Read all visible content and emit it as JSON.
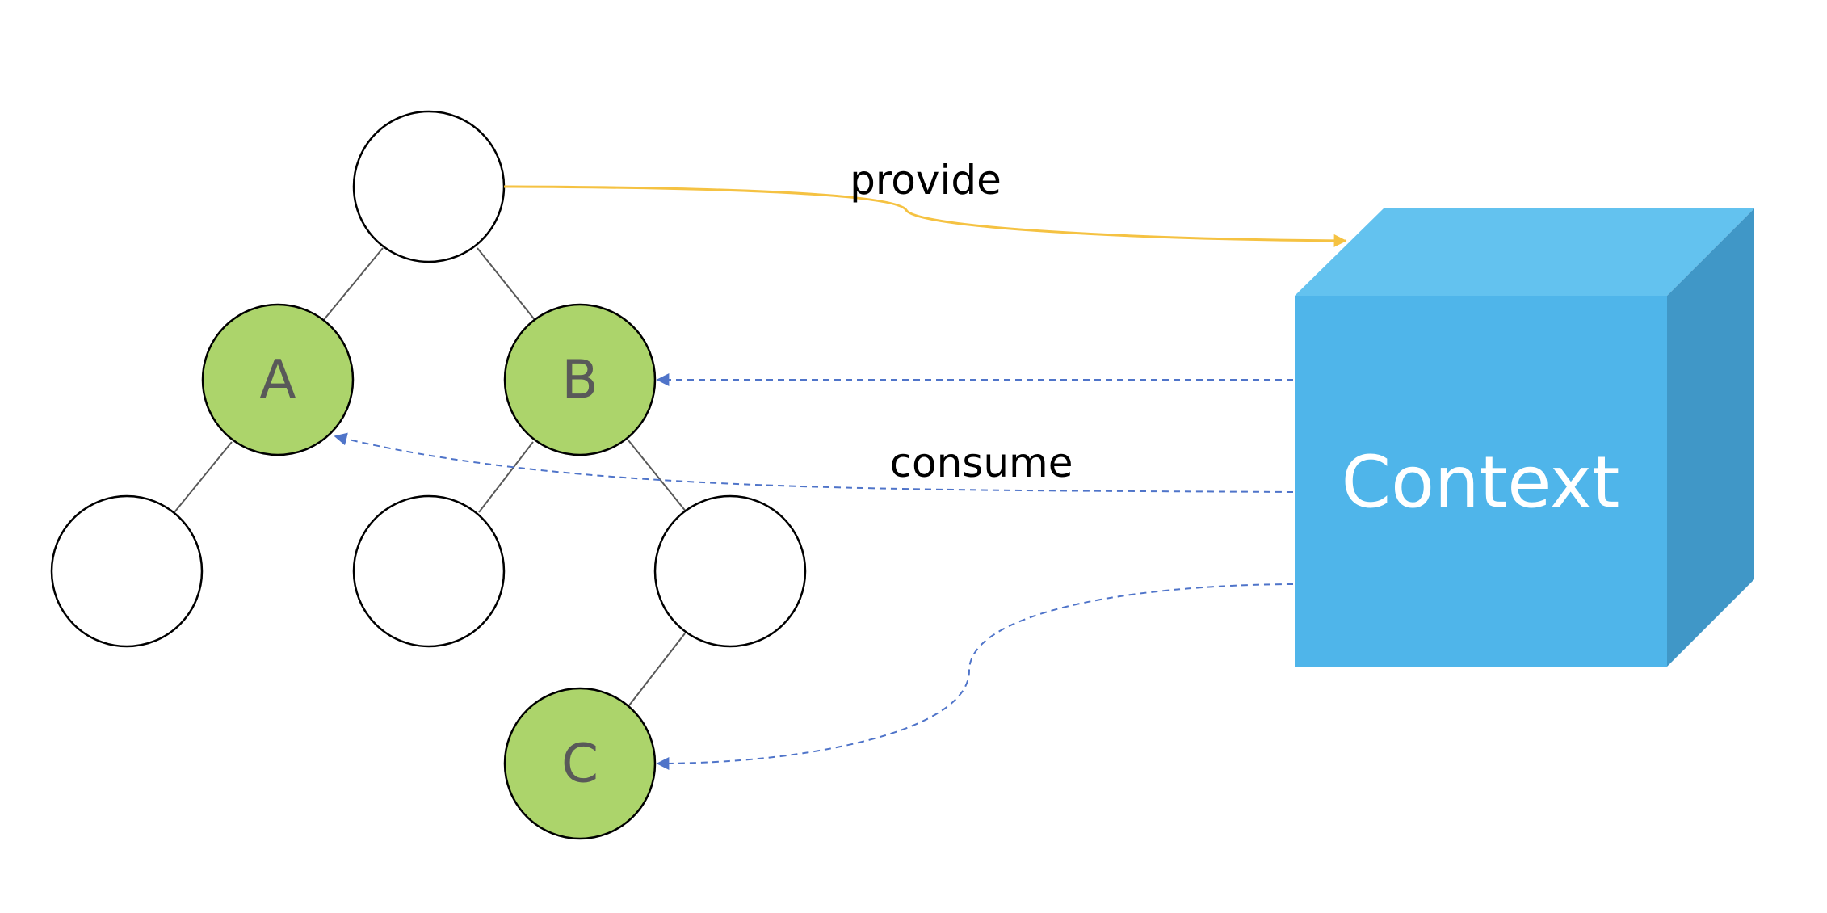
{
  "nodes": {
    "root": {
      "label": ""
    },
    "a": {
      "label": "A"
    },
    "b": {
      "label": "B"
    },
    "a_child": {
      "label": ""
    },
    "b_child_left": {
      "label": ""
    },
    "b_child_right": {
      "label": ""
    },
    "c": {
      "label": "C"
    }
  },
  "context": {
    "label": "Context",
    "front_color": "#4fb5ea",
    "top_color": "#63c2ef",
    "side_color": "#4097c7"
  },
  "arrows": {
    "provide": {
      "label": "provide",
      "color": "#f5c242"
    },
    "consume": {
      "label": "consume",
      "color": "#4f74c9"
    }
  },
  "colors": {
    "highlighted_node": "#acd46b",
    "plain_node": "#ffffff",
    "edge": "#595959"
  }
}
